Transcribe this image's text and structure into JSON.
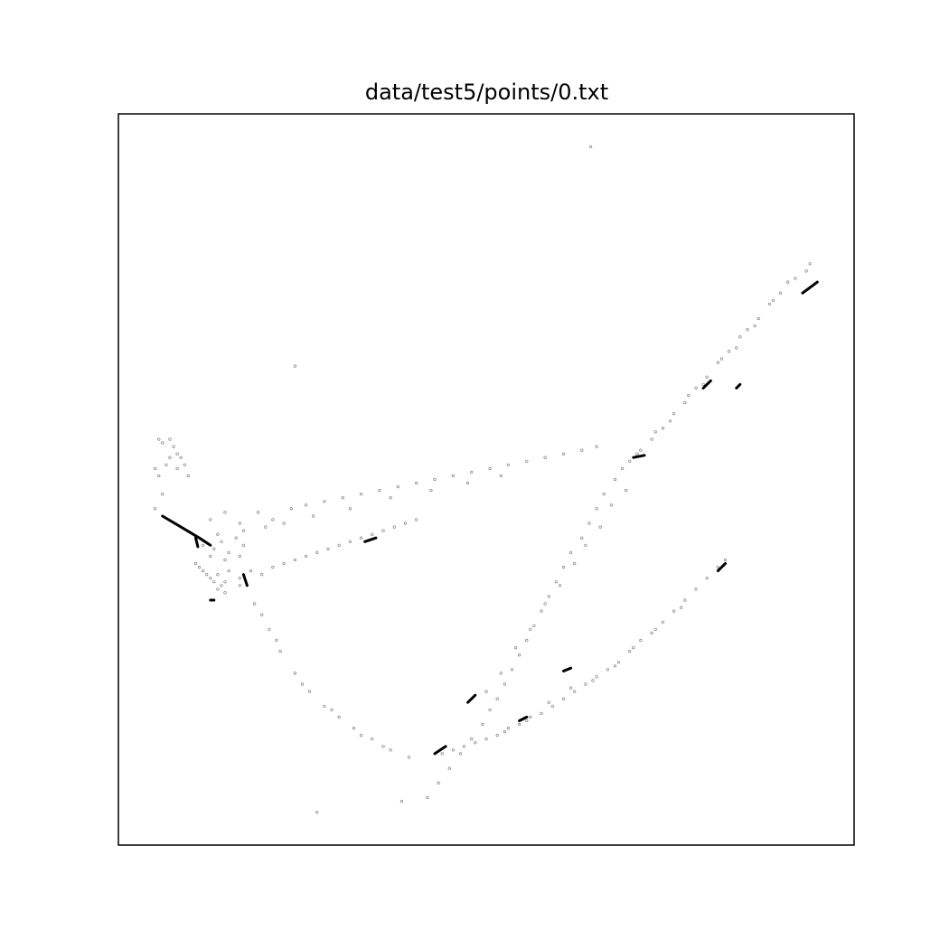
{
  "chart_data": {
    "type": "scatter",
    "title": "data/test5/points/0.txt",
    "xlabel": "",
    "ylabel": "",
    "grid": false,
    "legend": "none",
    "xlim": [
      0,
      100
    ],
    "ylim": [
      0,
      100
    ],
    "axis_ticks": "hidden",
    "marker": "small hollow circle",
    "marker_color": "#000000",
    "points": [
      [
        64.2,
        95.5
      ],
      [
        24.0,
        65.5
      ],
      [
        27.0,
        4.5
      ],
      [
        94.0,
        79.5
      ],
      [
        93.5,
        78.5
      ],
      [
        92.0,
        77.5
      ],
      [
        90.0,
        75.5
      ],
      [
        88.5,
        74.0
      ],
      [
        87.0,
        72.0
      ],
      [
        85.5,
        70.5
      ],
      [
        84.5,
        69.5
      ],
      [
        83.0,
        67.5
      ],
      [
        81.5,
        66.0
      ],
      [
        80.0,
        64.0
      ],
      [
        78.5,
        62.5
      ],
      [
        77.0,
        60.5
      ],
      [
        75.5,
        59.0
      ],
      [
        74.0,
        57.0
      ],
      [
        72.5,
        55.5
      ],
      [
        71.0,
        54.0
      ],
      [
        69.5,
        52.5
      ],
      [
        91.0,
        77.0
      ],
      [
        89.0,
        74.5
      ],
      [
        86.5,
        71.0
      ],
      [
        84.0,
        68.0
      ],
      [
        82.0,
        66.5
      ],
      [
        79.5,
        63.0
      ],
      [
        77.5,
        61.5
      ],
      [
        75.0,
        58.0
      ],
      [
        73.0,
        56.5
      ],
      [
        70.5,
        53.5
      ],
      [
        68.5,
        51.5
      ],
      [
        67.5,
        50.0
      ],
      [
        66.0,
        48.0
      ],
      [
        65.0,
        46.0
      ],
      [
        64.0,
        44.0
      ],
      [
        63.0,
        42.0
      ],
      [
        61.5,
        40.0
      ],
      [
        60.5,
        38.0
      ],
      [
        59.5,
        36.0
      ],
      [
        58.5,
        34.0
      ],
      [
        57.5,
        32.0
      ],
      [
        56.5,
        30.0
      ],
      [
        55.5,
        28.0
      ],
      [
        54.5,
        26.0
      ],
      [
        53.5,
        24.0
      ],
      [
        52.5,
        22.0
      ],
      [
        51.5,
        20.0
      ],
      [
        50.5,
        18.5
      ],
      [
        49.5,
        16.5
      ],
      [
        48.0,
        14.5
      ],
      [
        46.5,
        12.5
      ],
      [
        45.0,
        10.5
      ],
      [
        43.5,
        8.5
      ],
      [
        42.0,
        6.5
      ],
      [
        38.5,
        6.0
      ],
      [
        69.0,
        48.5
      ],
      [
        67.0,
        46.5
      ],
      [
        65.5,
        43.5
      ],
      [
        63.5,
        41.0
      ],
      [
        62.0,
        38.5
      ],
      [
        60.0,
        35.5
      ],
      [
        58.0,
        33.0
      ],
      [
        56.0,
        29.5
      ],
      [
        54.0,
        27.0
      ],
      [
        52.0,
        23.5
      ],
      [
        50.0,
        21.0
      ],
      [
        82.5,
        39.0
      ],
      [
        81.5,
        38.0
      ],
      [
        80.0,
        36.5
      ],
      [
        78.5,
        35.0
      ],
      [
        77.0,
        33.5
      ],
      [
        75.5,
        32.0
      ],
      [
        74.0,
        30.5
      ],
      [
        72.5,
        29.0
      ],
      [
        71.0,
        28.0
      ],
      [
        69.5,
        26.5
      ],
      [
        68.0,
        25.0
      ],
      [
        66.5,
        24.0
      ],
      [
        65.0,
        23.0
      ],
      [
        63.5,
        22.0
      ],
      [
        62.0,
        21.0
      ],
      [
        60.5,
        20.0
      ],
      [
        59.0,
        19.0
      ],
      [
        57.5,
        18.0
      ],
      [
        56.0,
        17.5
      ],
      [
        54.5,
        16.5
      ],
      [
        53.0,
        16.0
      ],
      [
        51.5,
        15.0
      ],
      [
        50.0,
        14.5
      ],
      [
        48.5,
        14.0
      ],
      [
        47.0,
        13.5
      ],
      [
        45.5,
        13.0
      ],
      [
        44.0,
        12.5
      ],
      [
        76.5,
        32.5
      ],
      [
        73.0,
        29.5
      ],
      [
        70.0,
        27.0
      ],
      [
        67.5,
        24.5
      ],
      [
        64.5,
        22.5
      ],
      [
        61.5,
        21.5
      ],
      [
        58.5,
        19.5
      ],
      [
        55.5,
        17.0
      ],
      [
        52.5,
        15.5
      ],
      [
        39.5,
        12.0
      ],
      [
        37.0,
        13.0
      ],
      [
        34.5,
        14.5
      ],
      [
        32.0,
        16.0
      ],
      [
        30.0,
        17.5
      ],
      [
        28.0,
        19.0
      ],
      [
        26.0,
        21.0
      ],
      [
        24.0,
        23.5
      ],
      [
        22.0,
        26.5
      ],
      [
        20.5,
        29.5
      ],
      [
        18.5,
        33.0
      ],
      [
        16.5,
        35.5
      ],
      [
        36.0,
        13.5
      ],
      [
        33.0,
        15.0
      ],
      [
        29.0,
        18.5
      ],
      [
        25.0,
        22.0
      ],
      [
        21.5,
        28.0
      ],
      [
        19.5,
        31.5
      ],
      [
        10.5,
        38.5
      ],
      [
        11.0,
        38.0
      ],
      [
        12.0,
        37.0
      ],
      [
        13.0,
        36.0
      ],
      [
        14.0,
        35.5
      ],
      [
        12.5,
        36.5
      ],
      [
        11.5,
        37.5
      ],
      [
        13.5,
        35.0
      ],
      [
        14.5,
        34.5
      ],
      [
        13.5,
        37.0
      ],
      [
        14.5,
        36.0
      ],
      [
        15.0,
        37.5
      ],
      [
        16.5,
        36.5
      ],
      [
        18.0,
        37.5
      ],
      [
        19.5,
        37.0
      ],
      [
        21.0,
        38.0
      ],
      [
        22.5,
        38.5
      ],
      [
        24.0,
        39.0
      ],
      [
        25.5,
        39.5
      ],
      [
        27.0,
        40.0
      ],
      [
        28.5,
        40.5
      ],
      [
        30.0,
        41.0
      ],
      [
        31.5,
        41.5
      ],
      [
        33.0,
        42.0
      ],
      [
        34.5,
        42.5
      ],
      [
        36.0,
        43.0
      ],
      [
        37.5,
        43.5
      ],
      [
        39.0,
        44.0
      ],
      [
        40.5,
        44.5
      ],
      [
        13.0,
        40.5
      ],
      [
        14.0,
        41.5
      ],
      [
        15.0,
        40.0
      ],
      [
        16.0,
        42.0
      ],
      [
        17.0,
        41.0
      ],
      [
        12.5,
        39.5
      ],
      [
        14.5,
        39.0
      ],
      [
        16.5,
        39.5
      ],
      [
        11.5,
        41.0
      ],
      [
        13.5,
        42.5
      ],
      [
        12.5,
        44.5
      ],
      [
        14.5,
        45.5
      ],
      [
        16.5,
        44.0
      ],
      [
        19.0,
        45.5
      ],
      [
        21.0,
        44.5
      ],
      [
        23.5,
        46.0
      ],
      [
        25.5,
        46.5
      ],
      [
        28.0,
        47.0
      ],
      [
        30.5,
        47.5
      ],
      [
        33.0,
        48.0
      ],
      [
        35.5,
        48.5
      ],
      [
        38.0,
        49.0
      ],
      [
        40.5,
        49.5
      ],
      [
        43.0,
        50.0
      ],
      [
        45.5,
        50.5
      ],
      [
        48.0,
        51.0
      ],
      [
        50.5,
        51.5
      ],
      [
        53.0,
        52.0
      ],
      [
        55.5,
        52.5
      ],
      [
        58.0,
        53.0
      ],
      [
        60.5,
        53.5
      ],
      [
        63.0,
        54.0
      ],
      [
        65.0,
        54.5
      ],
      [
        17.0,
        43.0
      ],
      [
        20.0,
        43.5
      ],
      [
        22.5,
        44.0
      ],
      [
        26.5,
        45.0
      ],
      [
        31.5,
        46.0
      ],
      [
        37.0,
        47.5
      ],
      [
        42.5,
        48.5
      ],
      [
        47.5,
        49.5
      ],
      [
        52.0,
        50.5
      ],
      [
        5.5,
        55.5
      ],
      [
        6.0,
        55.0
      ],
      [
        7.0,
        55.5
      ],
      [
        7.5,
        54.5
      ],
      [
        8.0,
        53.5
      ],
      [
        8.5,
        53.0
      ],
      [
        9.0,
        52.0
      ],
      [
        7.0,
        53.0
      ],
      [
        6.5,
        52.0
      ],
      [
        5.0,
        51.5
      ],
      [
        5.5,
        50.5
      ],
      [
        6.0,
        48.0
      ],
      [
        5.0,
        46.0
      ],
      [
        8.0,
        51.5
      ],
      [
        9.5,
        50.5
      ]
    ],
    "dense_segments": [
      [
        [
          95.0,
          77.0
        ],
        [
          93.0,
          75.5
        ]
      ],
      [
        [
          79.5,
          62.5
        ],
        [
          80.5,
          63.5
        ]
      ],
      [
        [
          84.5,
          63.0
        ],
        [
          84.0,
          62.5
        ]
      ],
      [
        [
          70.0,
          53.0
        ],
        [
          71.5,
          53.3
        ]
      ],
      [
        [
          33.5,
          41.5
        ],
        [
          35.0,
          42.0
        ]
      ],
      [
        [
          10.5,
          42.0
        ],
        [
          10.8,
          40.8
        ]
      ],
      [
        [
          6.0,
          45.0
        ],
        [
          8.5,
          43.5
        ],
        [
          11.0,
          42.0
        ],
        [
          12.5,
          41.0
        ]
      ],
      [
        [
          17.0,
          37.0
        ],
        [
          17.5,
          35.5
        ]
      ],
      [
        [
          12.5,
          33.5
        ],
        [
          13.0,
          33.5
        ]
      ],
      [
        [
          81.5,
          37.5
        ],
        [
          82.5,
          38.5
        ]
      ],
      [
        [
          60.5,
          23.8
        ],
        [
          61.5,
          24.2
        ]
      ],
      [
        [
          47.5,
          19.5
        ],
        [
          48.5,
          20.5
        ]
      ],
      [
        [
          43.0,
          12.5
        ],
        [
          44.5,
          13.5
        ]
      ],
      [
        [
          54.5,
          17.0
        ],
        [
          55.5,
          17.5
        ]
      ]
    ]
  }
}
